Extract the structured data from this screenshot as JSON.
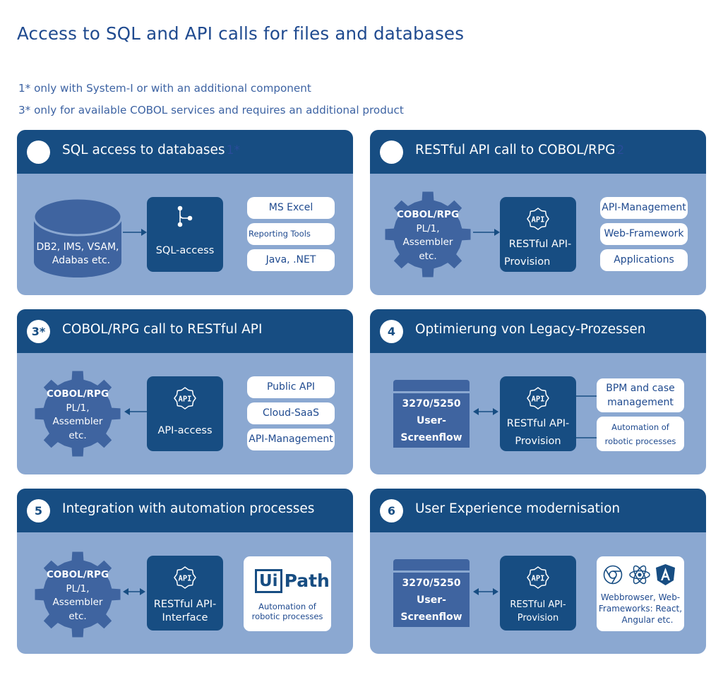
{
  "page": {
    "title": "Access to SQL and API calls for files and databases",
    "footnotes": [
      "1* only with System-I or with an additional component",
      "3* only for available COBOL services and requires an additional product"
    ]
  },
  "colors": {
    "header": "#174d82",
    "panel_body": "#8ba8d1",
    "shape": "#3f64a0",
    "text_blue": "#1f4a8f",
    "white": "#ffffff"
  },
  "panels": [
    {
      "number": "",
      "title": "SQL access to databases",
      "title_sup": "1*",
      "source": {
        "type": "database",
        "lines": [
          "DB2, IMS, VSAM,",
          "Adabas etc."
        ]
      },
      "arrow": "right",
      "core": {
        "icon": "branch-icon",
        "lines": [
          "SQL-access"
        ]
      },
      "targets": [
        "MS Excel",
        "Reporting Tools",
        "Java, .NET"
      ]
    },
    {
      "number": "",
      "title": "RESTful API call to COBOL/RPG",
      "title_sup": "2",
      "source": {
        "type": "gear",
        "bold": "COBOL/RPG",
        "lines": [
          "PL/1,",
          "Assembler",
          "etc."
        ]
      },
      "arrow": "right",
      "core": {
        "icon": "api-icon",
        "lines": [
          "RESTful API-",
          "Provision"
        ]
      },
      "targets": [
        "API-Management",
        "Web-Framework",
        "Applications"
      ]
    },
    {
      "number": "3*",
      "title": "COBOL/RPG call to RESTful API",
      "title_sup": "",
      "source": {
        "type": "gear",
        "bold": "COBOL/RPG",
        "lines": [
          "PL/1,",
          "Assembler",
          "etc."
        ]
      },
      "arrow": "left",
      "core": {
        "icon": "api-icon",
        "lines": [
          "API-access"
        ]
      },
      "targets": [
        "Public API",
        "Cloud-SaaS",
        "API-Management"
      ]
    },
    {
      "number": "4",
      "title": "Optimierung von Legacy-Prozessen",
      "title_sup": "",
      "source": {
        "type": "terminal",
        "lines": [
          "3270/5250",
          "User-",
          "Screenflow"
        ]
      },
      "arrow": "both",
      "core": {
        "icon": "api-icon",
        "lines": [
          "RESTful API-",
          "Provision"
        ]
      },
      "targets": [
        {
          "lines": [
            "BPM and case",
            "management"
          ]
        },
        {
          "lines": [
            "Automation of",
            "robotic processes"
          ]
        }
      ]
    },
    {
      "number": "5",
      "title": "Integration with automation processes",
      "title_sup": "",
      "source": {
        "type": "gear",
        "bold": "COBOL/RPG",
        "lines": [
          "PL/1,",
          "Assembler",
          "etc."
        ]
      },
      "arrow": "both",
      "core": {
        "icon": "api-icon",
        "lines": [
          "RESTful API-",
          "Interface"
        ]
      },
      "target_card": {
        "logo_left": "Ui",
        "logo_right": "Path",
        "lines": [
          "Automation of",
          "robotic processes"
        ]
      }
    },
    {
      "number": "6",
      "title": "User Experience modernisation",
      "title_sup": "",
      "source": {
        "type": "terminal",
        "lines": [
          "3270/5250",
          "User-",
          "Screenflow"
        ]
      },
      "arrow": "both",
      "core": {
        "icon": "api-icon",
        "lines": [
          "RESTful API-",
          "Provision"
        ]
      },
      "target_card": {
        "icons": [
          "chrome-icon",
          "react-icon",
          "angular-icon"
        ],
        "lines": [
          "Webbrowser, Web-",
          "Frameworks: React,",
          "Angular etc."
        ]
      }
    }
  ]
}
